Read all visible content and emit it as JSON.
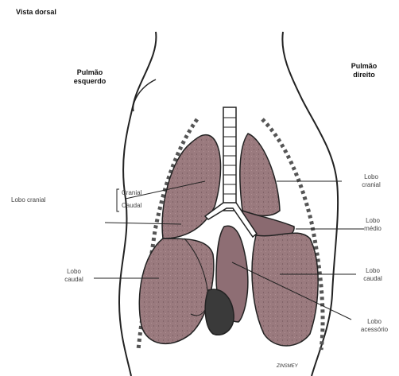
{
  "title": "Vista dorsal",
  "sides": {
    "left": [
      "Pulmão",
      "esquerdo"
    ],
    "right": [
      "Pulmão",
      "direito"
    ]
  },
  "labels": {
    "lobo_cranial": "Lobo cranial",
    "cranial_part": "Cranial",
    "caudal_part": "Caudal",
    "left_caudal": [
      "Lobo",
      "caudal"
    ],
    "right_cranial": [
      "Lobo",
      "cranial"
    ],
    "right_middle": [
      "Lobo",
      "médio"
    ],
    "right_caudal": [
      "Lobo",
      "caudal"
    ],
    "accessory": [
      "Lobo",
      "acessório"
    ]
  },
  "signature": "ZINSMEY",
  "colors": {
    "lung_fill": "#9a7a7e",
    "lung_dark": "#7a5a60",
    "outline": "#222222",
    "trachea": "#ffffff"
  }
}
